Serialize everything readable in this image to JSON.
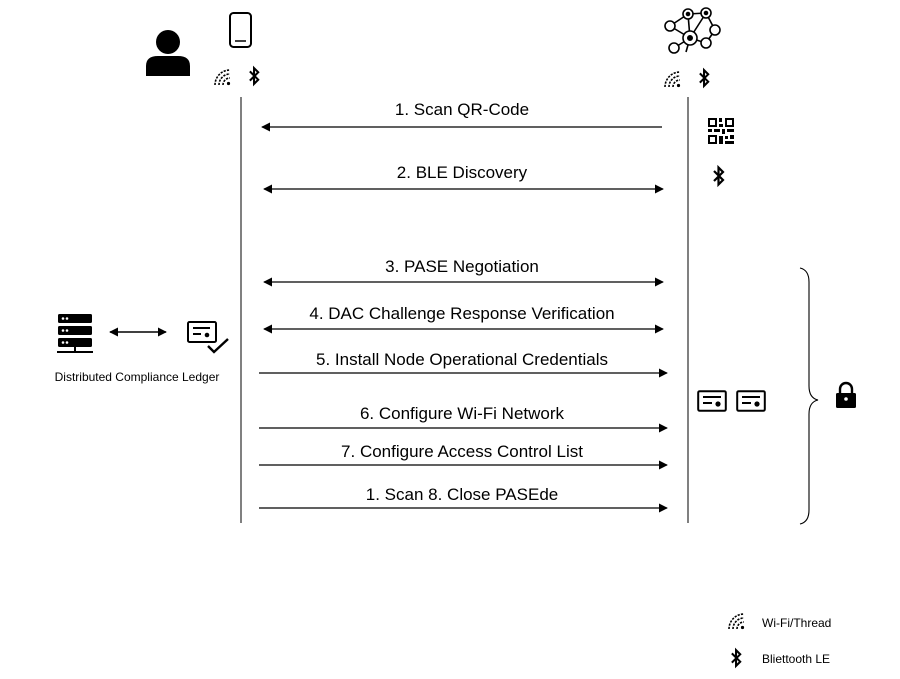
{
  "steps": [
    {
      "label": "1. Scan QR-Code",
      "direction": "left"
    },
    {
      "label": "2. BLE Discovery",
      "direction": "both"
    },
    {
      "label": "3. PASE Negotiation",
      "direction": "both"
    },
    {
      "label": "4. DAC Challenge Response Verification",
      "direction": "both"
    },
    {
      "label": "5. Install Node Operational Credentials",
      "direction": "right"
    },
    {
      "label": "6. Configure Wi-Fi Network",
      "direction": "right"
    },
    {
      "label": "7. Configure Access Control List",
      "direction": "right"
    },
    {
      "label": "1. Scan 8. Close PASEde",
      "direction": "right"
    }
  ],
  "ledger": {
    "label": "Distributed Compliance Ledger"
  },
  "legend": {
    "wifi_label": "Wi-Fi/Thread",
    "ble_label": "Bliettooth LE"
  },
  "icons": [
    "user-icon",
    "smartphone-icon",
    "wifi-thread-icon",
    "bluetooth-icon",
    "network-device-icon",
    "qr-code-icon",
    "certificate-icon",
    "server-stack-icon",
    "verified-certificate-icon",
    "lock-icon"
  ]
}
